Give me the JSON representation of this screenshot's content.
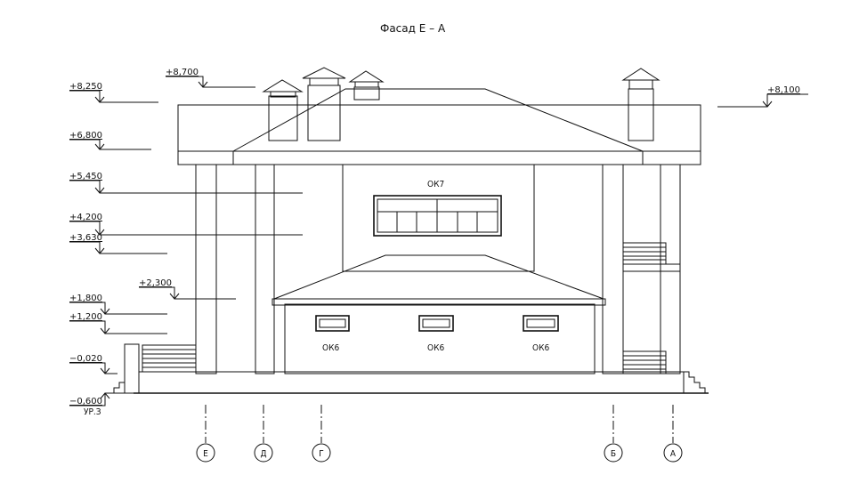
{
  "title": "Фасад Е – А",
  "levels": {
    "l8700": "+8,700",
    "l8250": "+8,250",
    "l8100": "+8,100",
    "l6800": "+6,800",
    "l5450": "+5,450",
    "l4200": "+4,200",
    "l3630": "+3,630",
    "l2300": "+2,300",
    "l1800": "+1,800",
    "l1200": "+1,200",
    "lm0020": "−0,020",
    "lm0600": "−0,600",
    "ground_note": "УР.З"
  },
  "windows": {
    "upper": "ОК7",
    "lower": [
      "ОК6",
      "ОК6",
      "ОК6"
    ]
  },
  "axes": [
    "Е",
    "Д",
    "Г",
    "Б",
    "А"
  ]
}
